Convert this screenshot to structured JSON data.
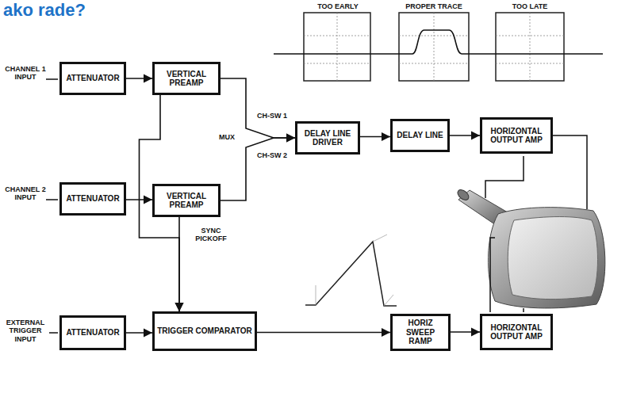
{
  "diagram": {
    "title": "ako rade?",
    "nodes": [
      {
        "text": [
          "ATTENUATOR"
        ]
      },
      {
        "text": [
          "VERTICAL PREAMP"
        ]
      },
      {
        "text": [
          "DELAY LINE DRIVER"
        ]
      },
      {
        "text": [
          "DELAY LINE"
        ]
      },
      {
        "text": [
          "HORIZONTAL OUTPUT AMP"
        ]
      },
      {
        "text": [
          "ATTENUATOR"
        ]
      },
      {
        "text": [
          "VERTICAL PREAMP"
        ]
      },
      {
        "text": [
          "ATTENUATOR"
        ]
      },
      {
        "text": [
          "TRIGGER COMPARATOR"
        ]
      },
      {
        "text": [
          "HORIZ SWEEP RAMP"
        ]
      },
      {
        "text": [
          "HORIZONTAL OUTPUT AMP"
        ]
      }
    ],
    "edges": [
      {
        "from": 0,
        "to": 1,
        "arrow": "to"
      },
      {
        "from": 1,
        "to": 2,
        "arrow": "to"
      },
      {
        "from": 2,
        "to": 3,
        "arrow": "to"
      },
      {
        "from": 3,
        "to": 4,
        "arrow": "to"
      },
      {
        "from": 5,
        "to": 6,
        "arrow": "to"
      },
      {
        "from": 6,
        "to": 2,
        "arrow": "to"
      },
      {
        "from": 1,
        "to": 8,
        "arrow": "to"
      },
      {
        "from": 6,
        "to": 8,
        "arrow": "to"
      },
      {
        "from": 7,
        "to": 8,
        "arrow": "to"
      },
      {
        "from": 8,
        "to": 9,
        "arrow": "to"
      },
      {
        "from": 9,
        "to": 10,
        "arrow": "to"
      }
    ],
    "labels": [
      "CHANNEL 1 INPUT",
      "CHANNEL 2 INPUT",
      "EXTERNAL TRIGGER INPUT",
      "MUX",
      "CH-SW 1",
      "CH-SW 2",
      "SYNC PICKOFF",
      "TOO EARLY",
      "PROPER TRACE",
      "TOO LATE"
    ]
  }
}
